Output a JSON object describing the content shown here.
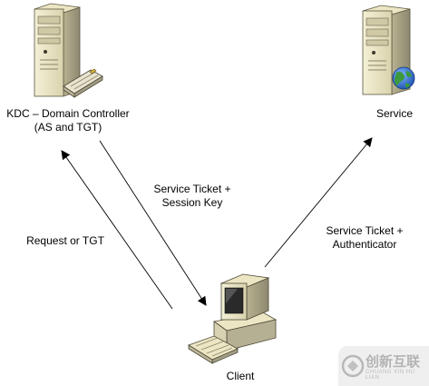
{
  "nodes": {
    "kdc": {
      "line1": "KDC – Domain Controller",
      "line2": "(AS and TGT)"
    },
    "service": {
      "label": "Service"
    },
    "client": {
      "label": "Client"
    }
  },
  "edges": {
    "request": {
      "label": "Request or TGT"
    },
    "service_ticket_session": {
      "line1": "Service Ticket +",
      "line2": "Session Key"
    },
    "service_ticket_auth": {
      "line1": "Service Ticket +",
      "line2": "Authenticator"
    }
  },
  "watermark": {
    "text": "创新互联",
    "sub": "CHUANG XIN HU LIAN"
  }
}
